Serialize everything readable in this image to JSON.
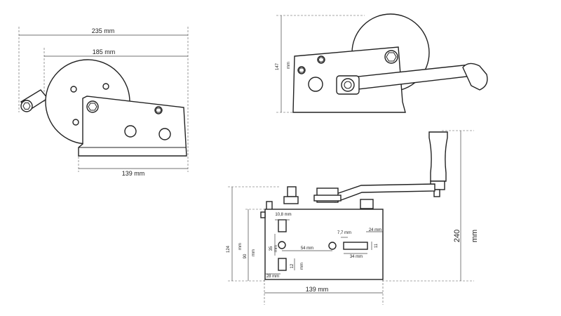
{
  "views": {
    "side": {
      "overall_length": "235 mm",
      "drum_length": "185 mm",
      "base_length": "139 mm"
    },
    "front": {
      "height": "147",
      "height_unit": "mm"
    },
    "top": {
      "total_height": "240",
      "total_height_unit": "mm",
      "body_height": "124",
      "body_height_unit": "mm",
      "body_height_inner": "90",
      "body_height_inner_unit": "mm",
      "base_length": "139 mm",
      "slot_width": "10,8 mm",
      "hole_spacing": "54 mm",
      "hole_offset": "35",
      "hole_offset_unit": "mm",
      "small_gap": "7,7 mm",
      "slot_long": "34 mm",
      "slot_right": "24 mm",
      "slot_right_height": "11",
      "edge_offset": "28 mm",
      "slot_height": "12",
      "slot_height_unit": "mm"
    }
  }
}
